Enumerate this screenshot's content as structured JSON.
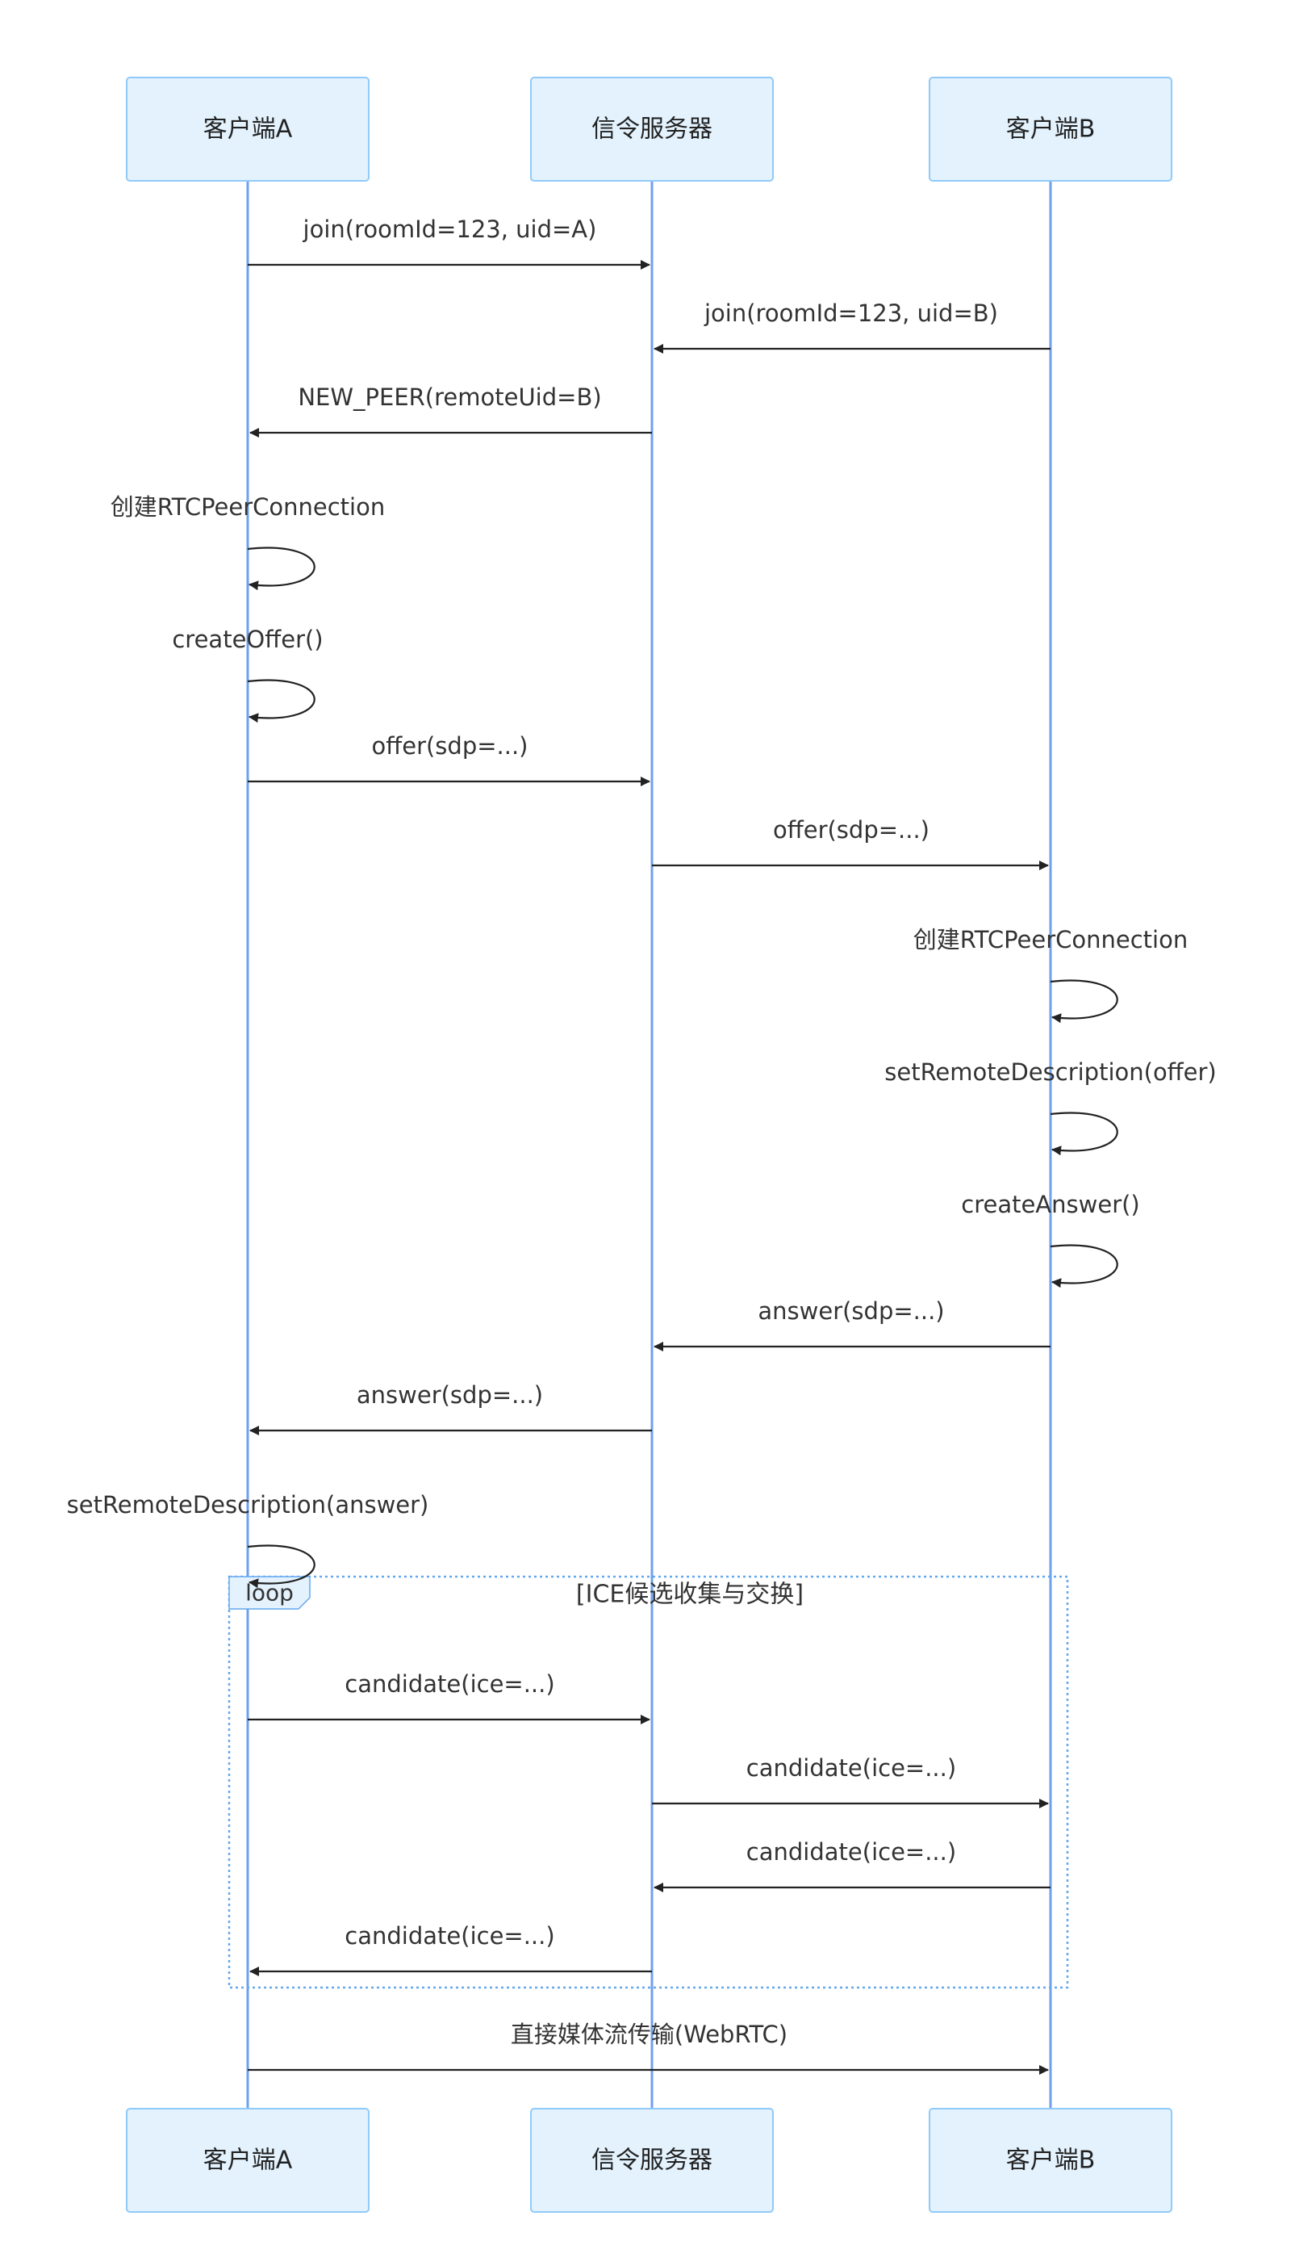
{
  "participants": [
    {
      "id": "A",
      "label": "客户端A"
    },
    {
      "id": "S",
      "label": "信令服务器"
    },
    {
      "id": "B",
      "label": "客户端B"
    }
  ],
  "messages": [
    {
      "kind": "message",
      "from": "A",
      "to": "S",
      "label": "join(roomId=123, uid=A)"
    },
    {
      "kind": "message",
      "from": "B",
      "to": "S",
      "label": "join(roomId=123, uid=B)"
    },
    {
      "kind": "message",
      "from": "S",
      "to": "A",
      "label": "NEW_PEER(remoteUid=B)"
    },
    {
      "kind": "self",
      "from": "A",
      "to": "A",
      "label": "创建RTCPeerConnection"
    },
    {
      "kind": "self",
      "from": "A",
      "to": "A",
      "label": "createOffer()"
    },
    {
      "kind": "message",
      "from": "A",
      "to": "S",
      "label": "offer(sdp=...)"
    },
    {
      "kind": "message",
      "from": "S",
      "to": "B",
      "label": "offer(sdp=...)"
    },
    {
      "kind": "self",
      "from": "B",
      "to": "B",
      "label": "创建RTCPeerConnection"
    },
    {
      "kind": "self",
      "from": "B",
      "to": "B",
      "label": "setRemoteDescription(offer)"
    },
    {
      "kind": "self",
      "from": "B",
      "to": "B",
      "label": "createAnswer()"
    },
    {
      "kind": "message",
      "from": "B",
      "to": "S",
      "label": "answer(sdp=...)"
    },
    {
      "kind": "message",
      "from": "S",
      "to": "A",
      "label": "answer(sdp=...)"
    },
    {
      "kind": "self",
      "from": "A",
      "to": "A",
      "label": "setRemoteDescription(answer)"
    },
    {
      "kind": "message",
      "from": "A",
      "to": "S",
      "label": "candidate(ice=...)"
    },
    {
      "kind": "message",
      "from": "S",
      "to": "B",
      "label": "candidate(ice=...)"
    },
    {
      "kind": "message",
      "from": "B",
      "to": "S",
      "label": "candidate(ice=...)"
    },
    {
      "kind": "message",
      "from": "S",
      "to": "A",
      "label": "candidate(ice=...)"
    },
    {
      "kind": "message",
      "from": "A",
      "to": "B",
      "label": "直接媒体流传输(WebRTC)"
    }
  ],
  "loop": {
    "keyword": "loop",
    "condition": "[ICE候选收集与交换]",
    "first_message": 13,
    "last_message": 16
  },
  "colors": {
    "actor_fill": "#e3f2fd",
    "actor_stroke": "#90caf9",
    "lifeline": "#6fa0ec",
    "arrow": "#222222",
    "loop_border": "#64a8ef"
  }
}
